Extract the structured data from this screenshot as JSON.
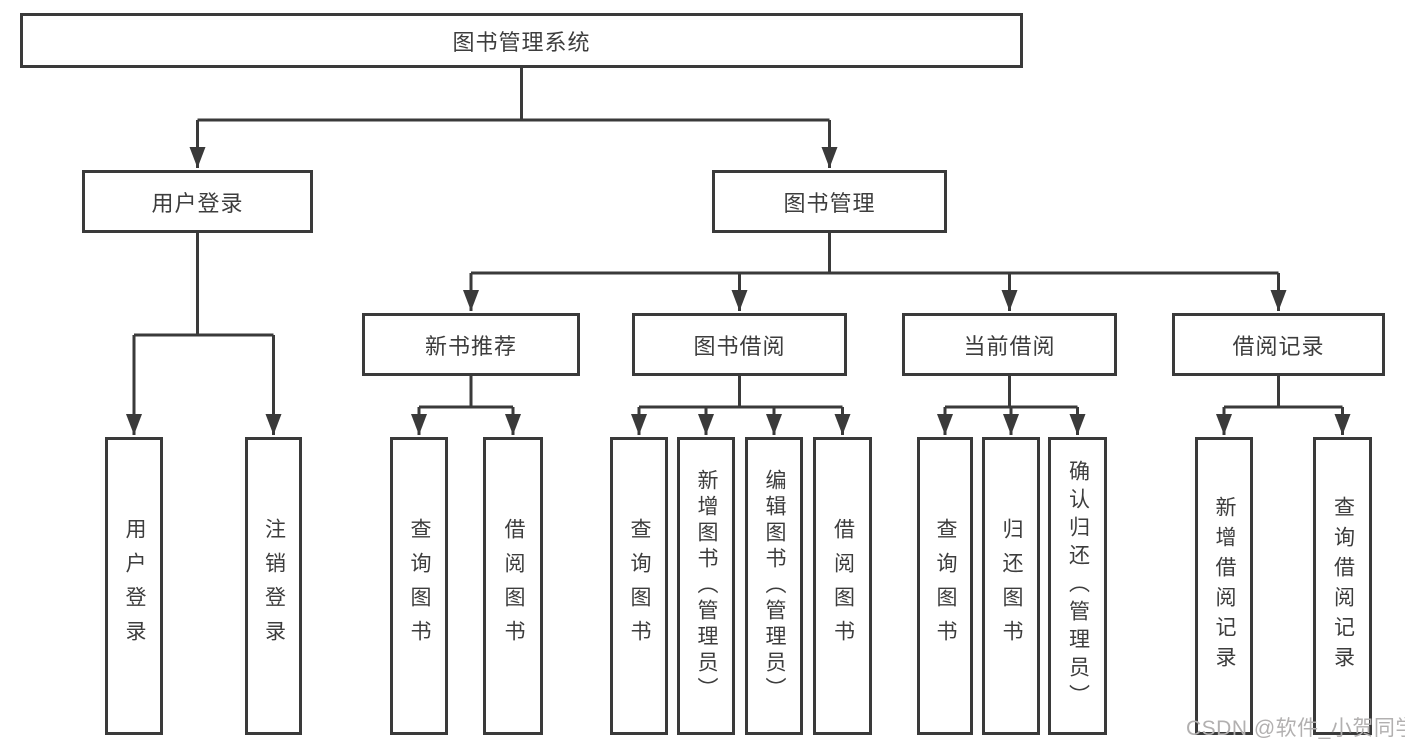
{
  "colors": {
    "line": "#3a3a3a",
    "box_border": "#3a3a3a",
    "text": "#3d3d3d",
    "watermark": "#b2b0b0",
    "background": "#ffffff"
  },
  "watermark": {
    "text": "CSDN @软件_小贺同学"
  },
  "tree": {
    "root": {
      "label": "图书管理系统"
    },
    "children": [
      {
        "label": "用户登录",
        "children": [
          {
            "label": "用户登录"
          },
          {
            "label": "注销登录"
          }
        ]
      },
      {
        "label": "图书管理",
        "children": [
          {
            "label": "新书推荐",
            "children": [
              {
                "label": "查询图书"
              },
              {
                "label": "借阅图书"
              }
            ]
          },
          {
            "label": "图书借阅",
            "children": [
              {
                "label": "查询图书"
              },
              {
                "label": "新增图书（管理员）"
              },
              {
                "label": "编辑图书（管理员）"
              },
              {
                "label": "借阅图书"
              }
            ]
          },
          {
            "label": "当前借阅",
            "children": [
              {
                "label": "查询图书"
              },
              {
                "label": "归还图书"
              },
              {
                "label": "确认归还（管理员）"
              }
            ]
          },
          {
            "label": "借阅记录",
            "children": [
              {
                "label": "新增借阅记录"
              },
              {
                "label": "查询借阅记录"
              }
            ]
          }
        ]
      }
    ]
  }
}
